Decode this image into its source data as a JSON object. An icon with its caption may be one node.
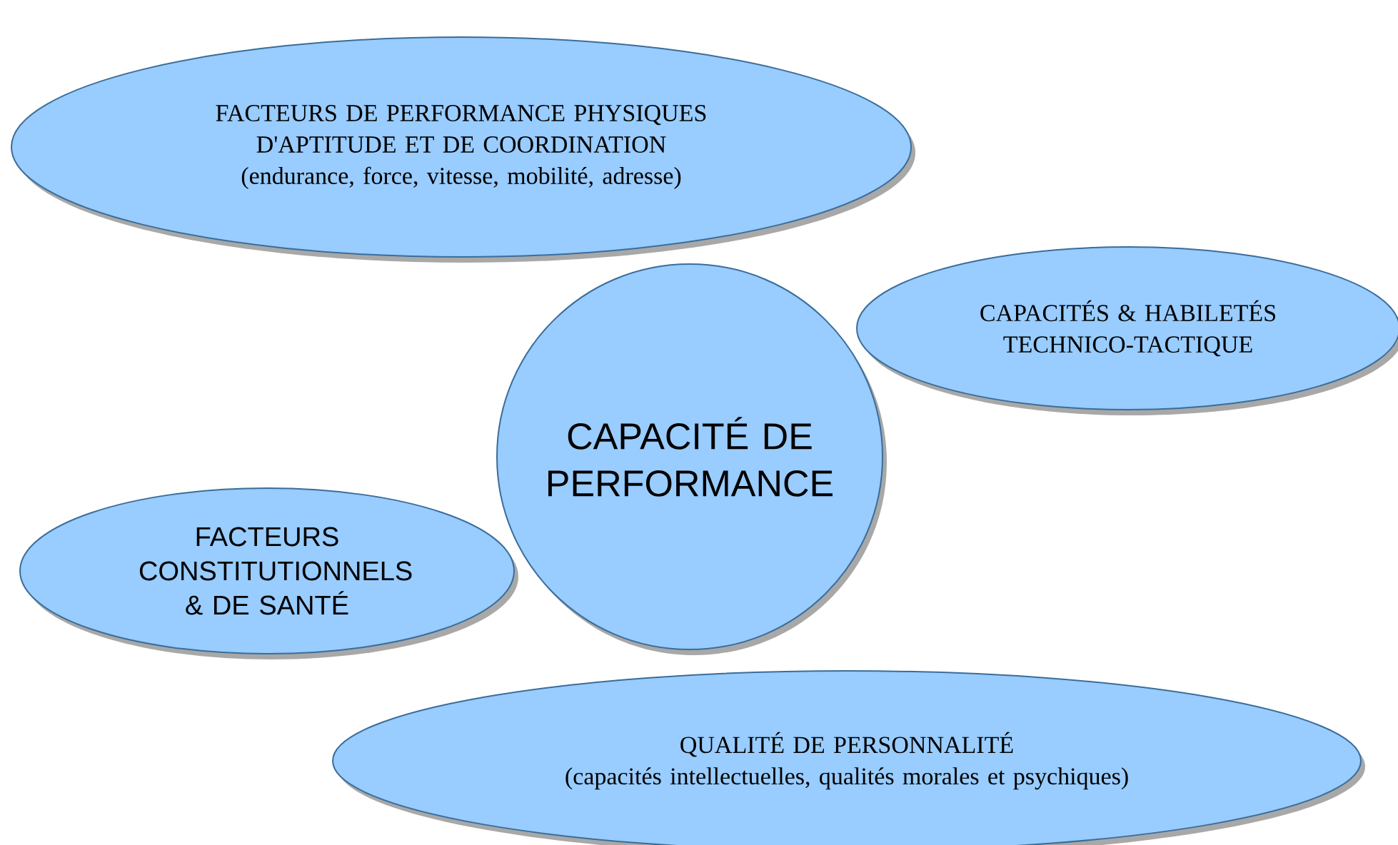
{
  "diagram": {
    "nodes": [
      {
        "text": [
          "FACTEURS DE PERFORMANCE PHYSIQUES D'APTITUDE ET DE COORDINATION",
          "(endurance, force, vitesse, mobilité, adresse)"
        ]
      },
      {
        "text": [
          "CAPACITÉS & HABILETÉS TECHNICO-TACTIQUE"
        ]
      },
      {
        "text": [
          "CAPACITÉ DE PERFORMANCE"
        ]
      },
      {
        "text": [
          "FACTEURS CONSTITUTIONNELS & DE SANTÉ"
        ]
      },
      {
        "text": [
          "QUALITÉ DE PERSONNALITÉ",
          "(capacités intellectuelles, qualités morales et psychiques)"
        ]
      }
    ]
  }
}
